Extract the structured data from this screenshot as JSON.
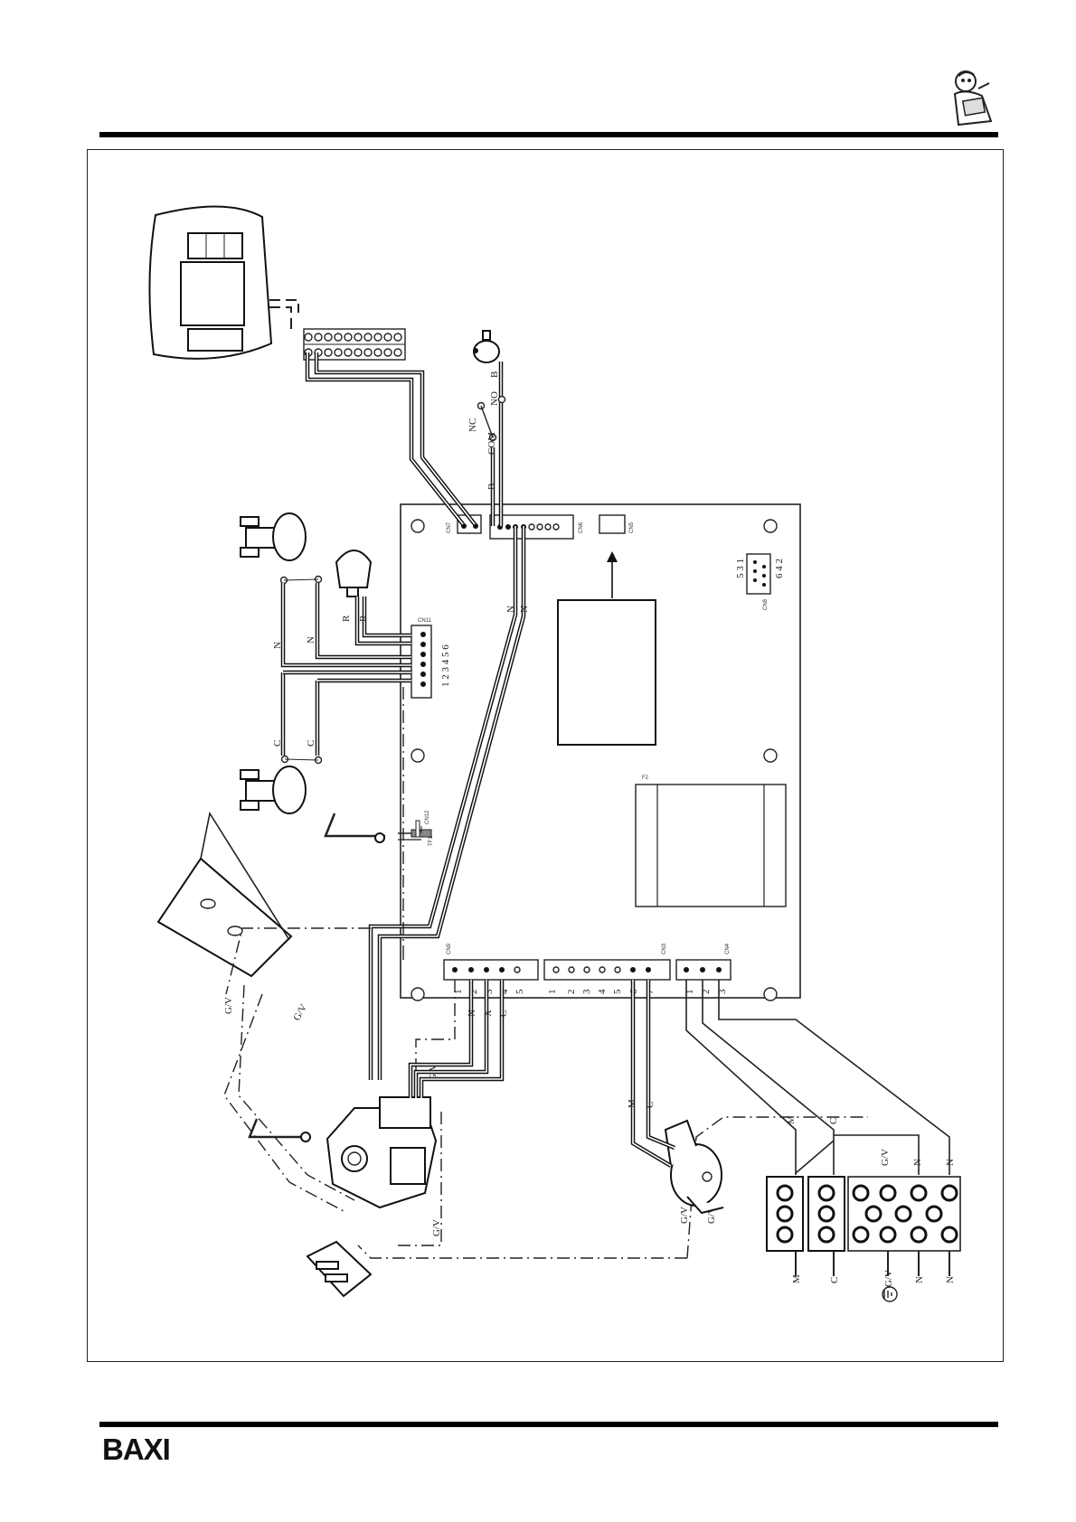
{
  "header": {
    "icon": "technician-mascot-icon"
  },
  "footer": {
    "brand": "BAXI"
  },
  "diagram": {
    "title": "Wiring diagram",
    "board": {
      "connectors": {
        "cn1": "CN11",
        "cn1_pins": "1 2 3 4 5 6",
        "cn7": "CN7",
        "cn6": "CN6",
        "cn5": "CN5",
        "cn8": "CN8",
        "cn8_pins_odd": "5 3 1",
        "cn8_pins_even": "6 4 2",
        "cn12": "CN12",
        "cn9": "CN9",
        "cn9_pins": [
          "1",
          "2",
          "3",
          "4",
          "5"
        ],
        "cn3": "CN3",
        "cn3_pins": [
          "1",
          "2",
          "3",
          "4",
          "5",
          "6",
          "7"
        ],
        "cn4": "CN4",
        "cn4_pins": [
          "1",
          "2",
          "3"
        ],
        "tf1": "TF1",
        "f2": "F2"
      }
    },
    "wire_labels": {
      "n": "N",
      "c": "C",
      "r": "R",
      "b": "B",
      "m": "M",
      "gv": "G/V",
      "nc": "NC",
      "no": "NO",
      "com": "COM"
    },
    "terminal_block_labels": [
      "M",
      "C",
      "G/V",
      "N",
      "N"
    ]
  }
}
